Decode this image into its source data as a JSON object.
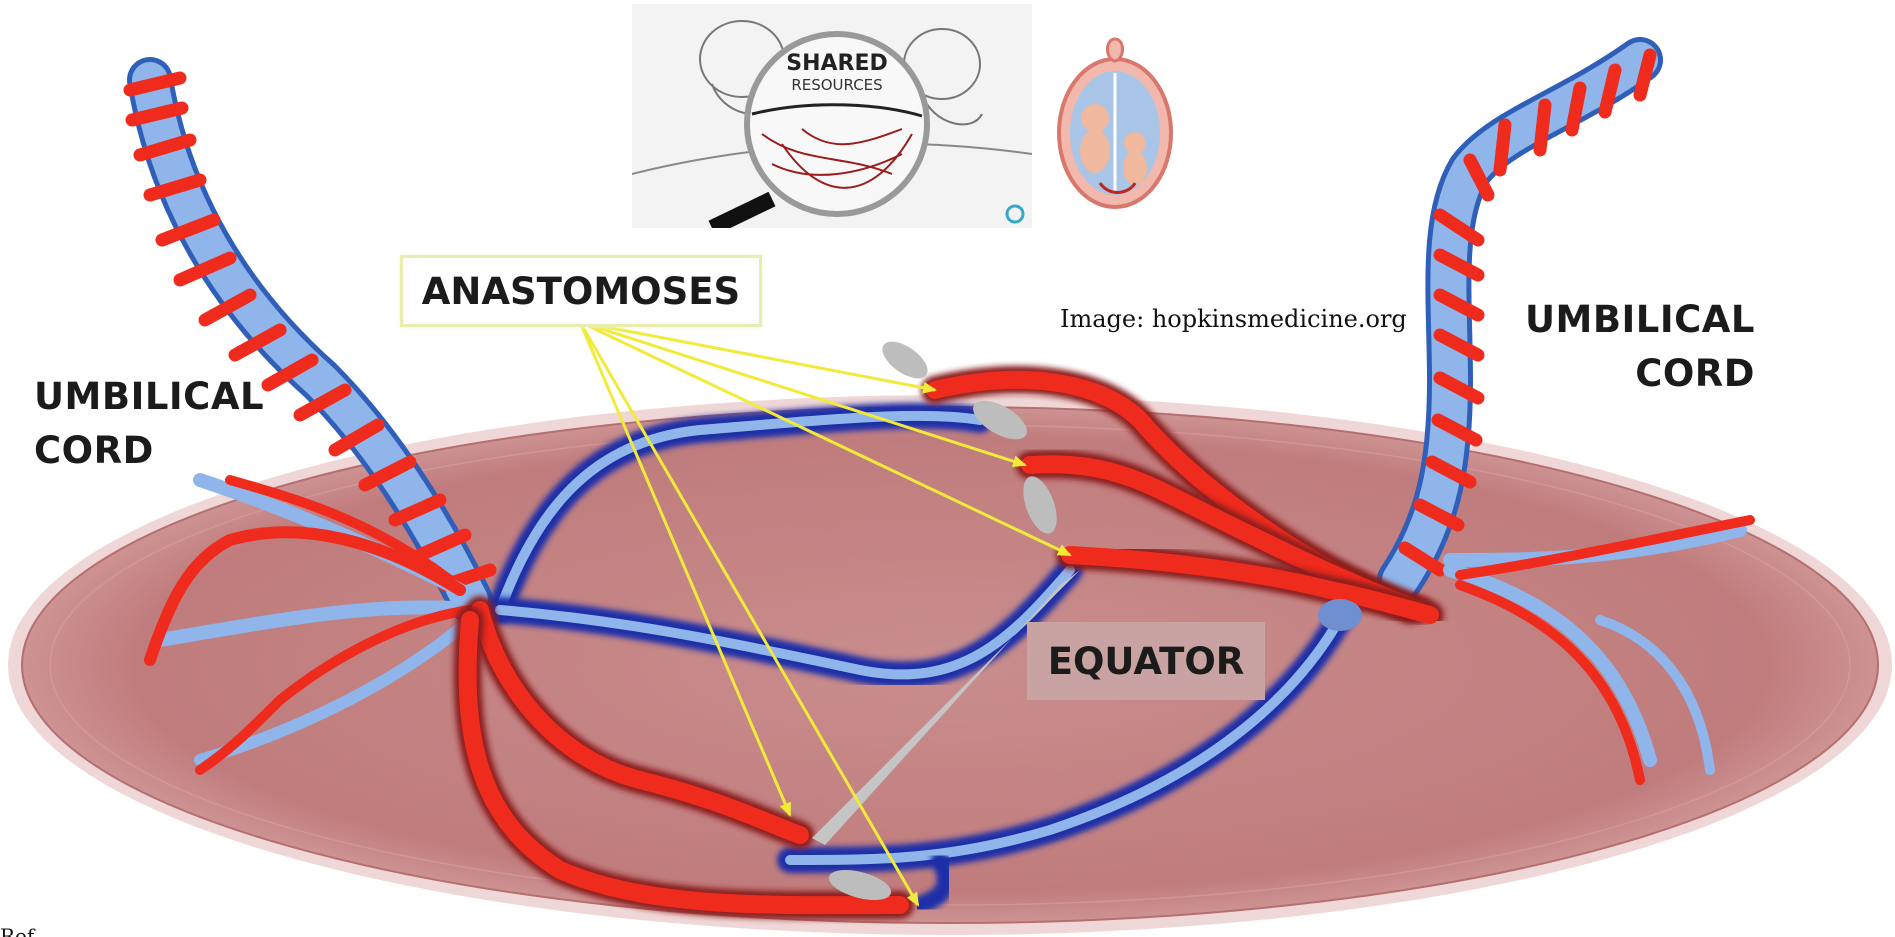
{
  "labels": {
    "anastomoses": "ANASTOMOSES",
    "equator": "EQUATOR",
    "umbilical_left_1": "UMBILICAL",
    "umbilical_left_2": "CORD",
    "umbilical_right_1": "UMBILICAL",
    "umbilical_right_2": "CORD",
    "credit": "Image: hopkinsmedicine.org",
    "reference": "Ref"
  },
  "inset": {
    "shared_line_1": "SHARED",
    "shared_line_2": "RESOURCES"
  },
  "colors": {
    "placenta": "#c27f80",
    "placenta_rim": "#f1d6d6",
    "artery": "#ee2b1d",
    "vein_dark": "#1f2fa8",
    "vein_light": "#8fb5ea",
    "arrow": "#f1ea3a",
    "anastomosis": "#bdbdbd"
  }
}
